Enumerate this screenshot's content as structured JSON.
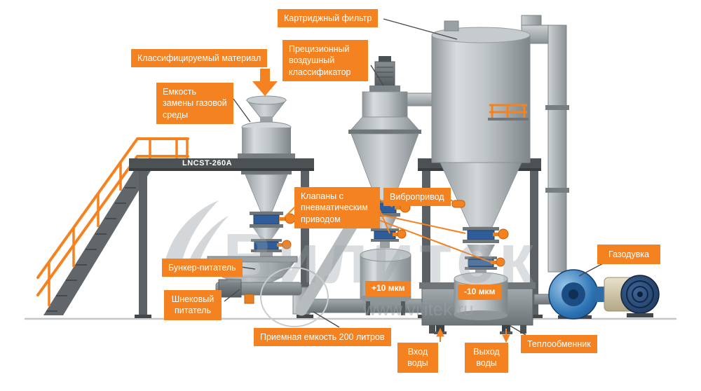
{
  "palette": {
    "accent": "#f58220",
    "valve_blue": "#2f5d9b",
    "blower_blue": "#2e75b6",
    "motor_navy": "#1c3a63",
    "steel_light": "#c6cbcd",
    "steel_dark": "#565b5e"
  },
  "labels": {
    "cartridge_filter": "Картриджный фильтр",
    "precision_classifier": "Прецизионный воздушный классификатор",
    "material_in": "Классифицируемый материал",
    "gas_replacement_vessel": "Емкость замены газовой среды",
    "model": "LNCST-260A",
    "pneumatic_valves": "Клапаны с пневматическим приводом",
    "vibro_drive": "Вибропривод",
    "hopper_feeder": "Бункер-питатель",
    "screw_feeder": "Шнековый питатель",
    "receiving_vessel": "Приемная емкость 200 литров",
    "fraction_plus": "+10 мкм",
    "fraction_minus": "-10 мкм",
    "water_inlet": "Вход воды",
    "water_outlet": "Выход воды",
    "gas_blower": "Газодувка",
    "heat_exchanger": "Теплообменник"
  },
  "watermark": {
    "brand": "Вилитек",
    "url": "www.vilitek.ru"
  }
}
